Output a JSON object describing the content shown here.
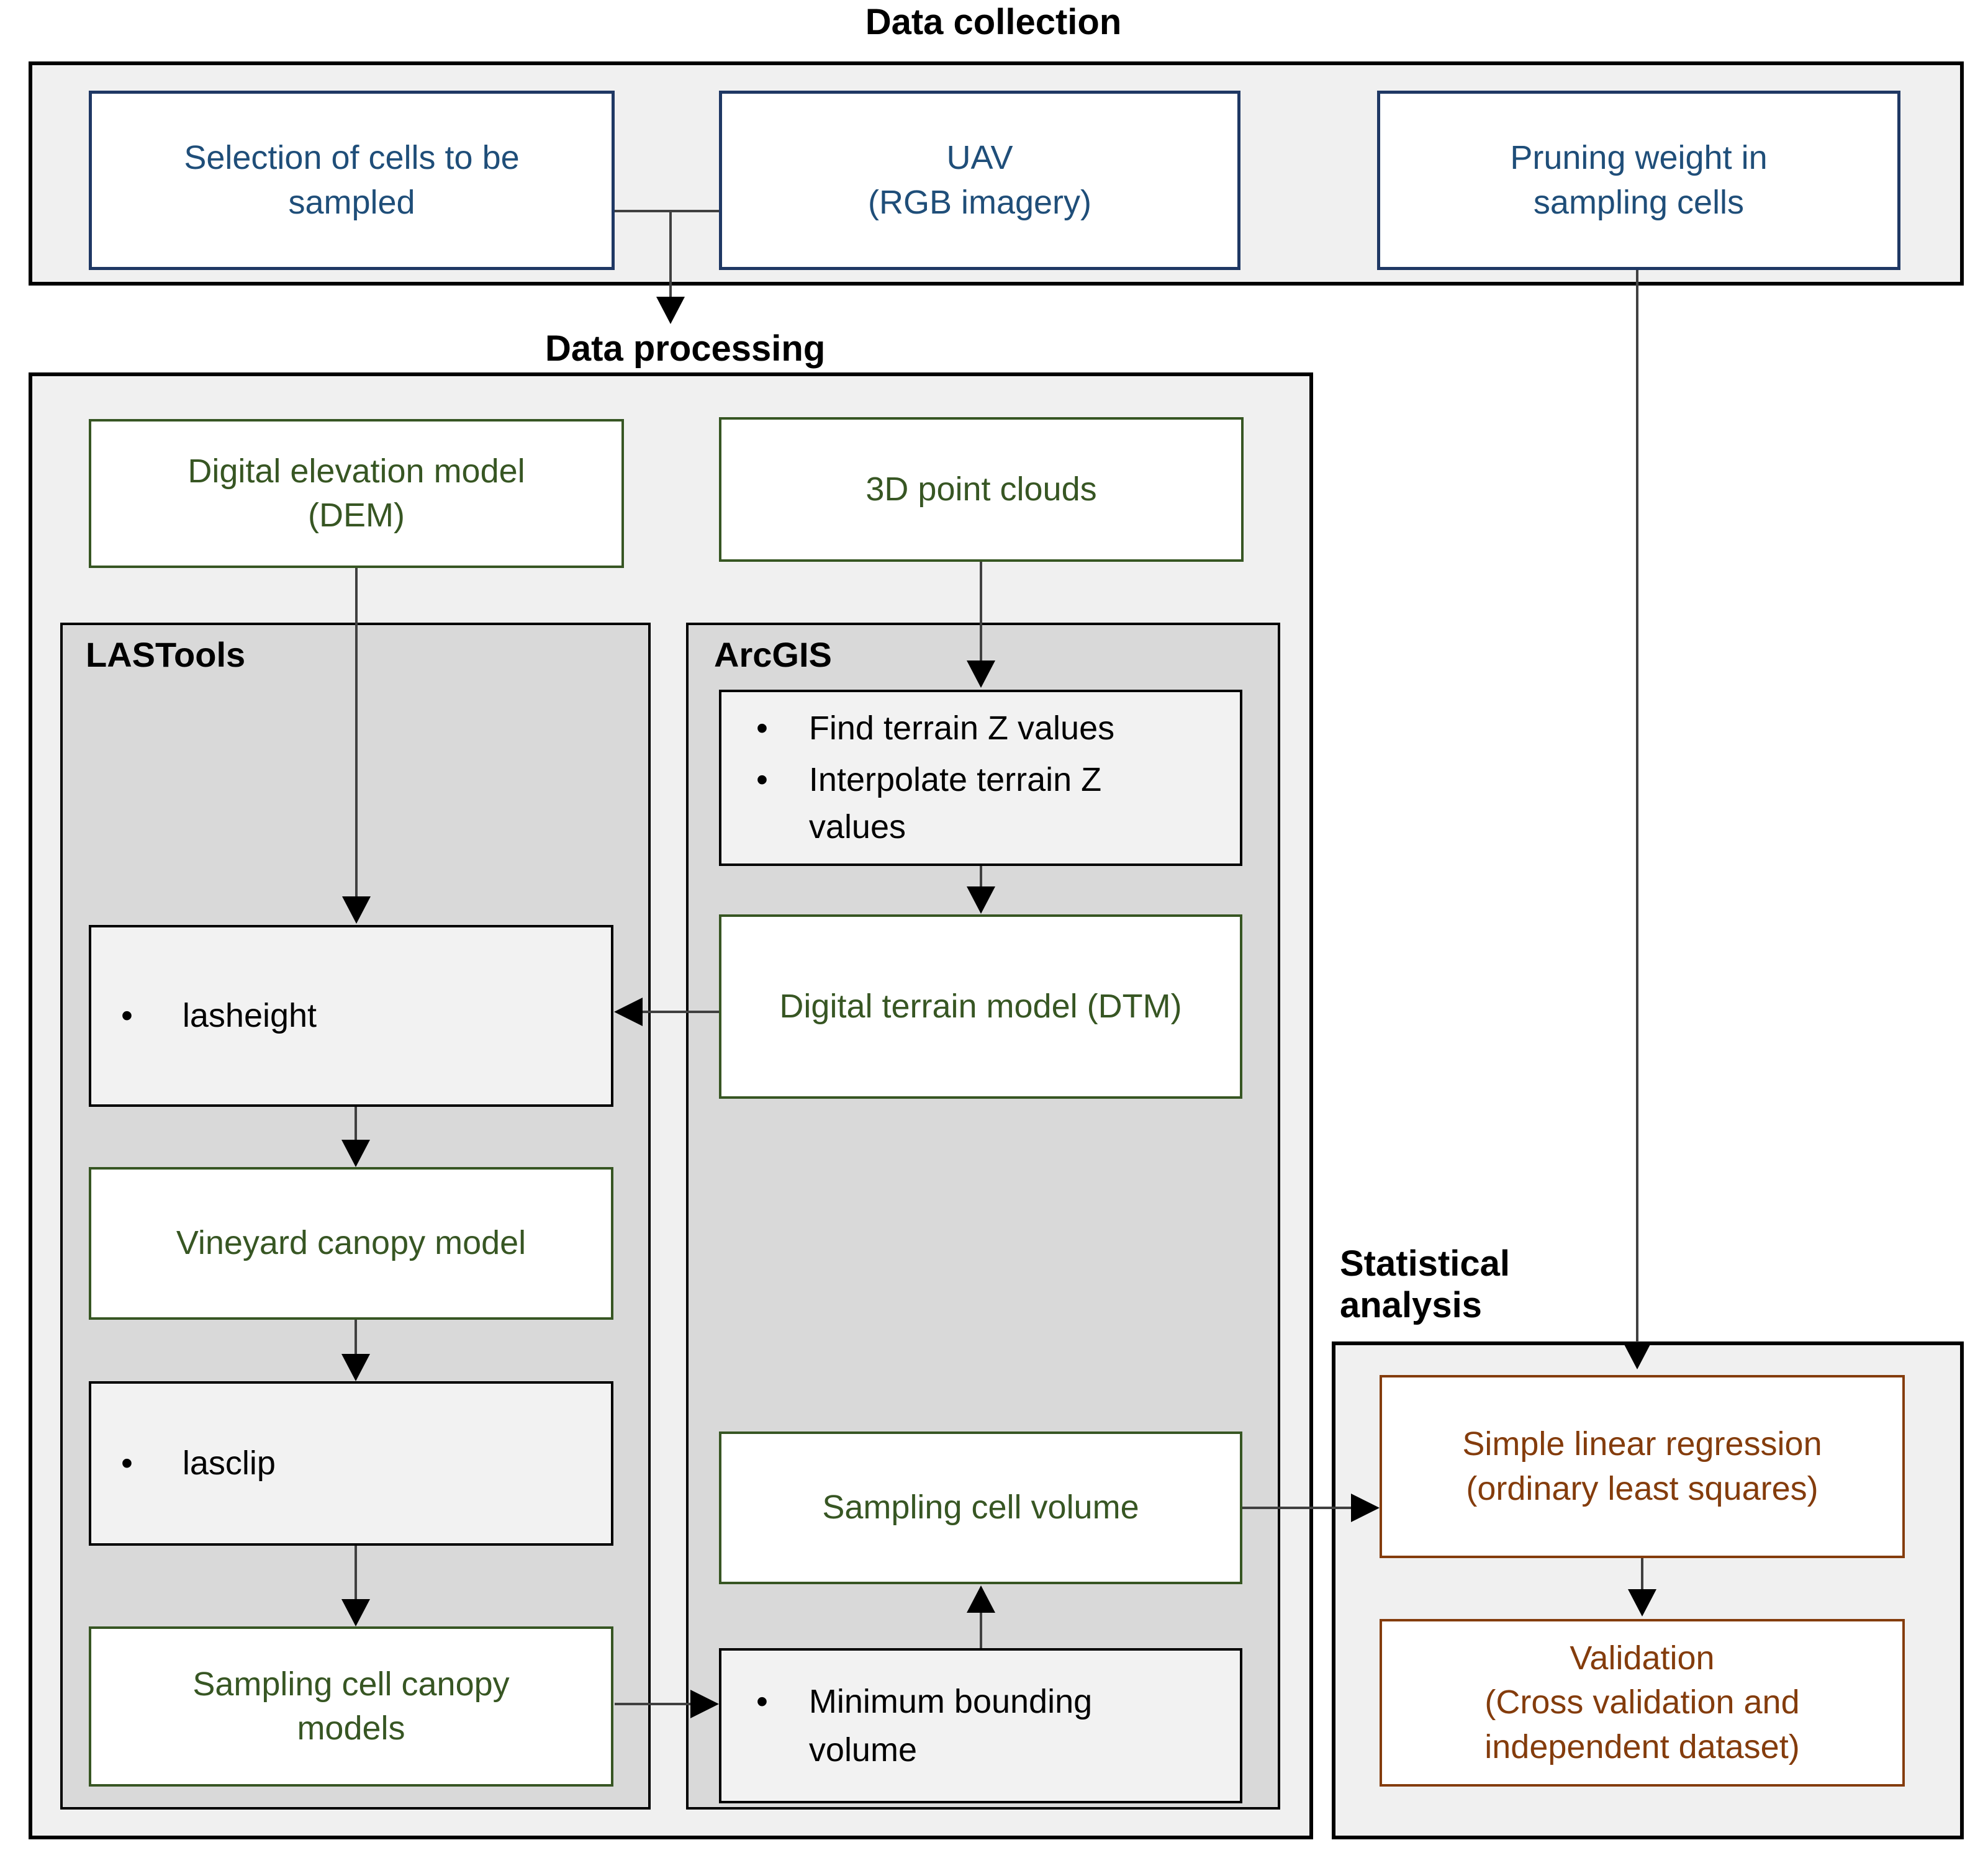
{
  "diagram": {
    "type": "flowchart",
    "colors": {
      "page_bg": "#ffffff",
      "section_bg": "#f0f0f0",
      "tool_bg": "#d9d9d9",
      "step_bg": "#f2f2f2",
      "blue_border": "#1f3864",
      "blue_text": "#1f4e79",
      "green": "#375623",
      "brown": "#843c0c",
      "line": "#404040",
      "arrowhead": "#000000"
    },
    "bullet_char": "•"
  },
  "data_collection": {
    "title": "Data collection",
    "selection": "Selection of cells to be\nsampled",
    "uav": "UAV\n(RGB imagery)",
    "pruning": "Pruning weight in\nsampling cells"
  },
  "data_processing": {
    "title": "Data processing",
    "dem": "Digital elevation model\n(DEM)",
    "point_clouds": "3D point clouds",
    "lastools": {
      "title": "LASTools",
      "lasheight": "lasheight",
      "vineyard_canopy": "Vineyard canopy model",
      "lasclip": "lasclip",
      "sampling_canopy": "Sampling cell canopy\nmodels"
    },
    "arcgis": {
      "title": "ArcGIS",
      "find_z": "Find terrain Z values",
      "interpolate_z": "Interpolate terrain Z\nvalues",
      "dtm": "Digital terrain model (DTM)",
      "cell_volume": "Sampling cell volume",
      "min_bounding": "Minimum bounding\nvolume"
    }
  },
  "statistical_analysis": {
    "title": "Statistical\nanalysis",
    "regression": "Simple linear regression\n(ordinary least squares)",
    "validation": "Validation\n(Cross validation and\nindependent dataset)"
  }
}
